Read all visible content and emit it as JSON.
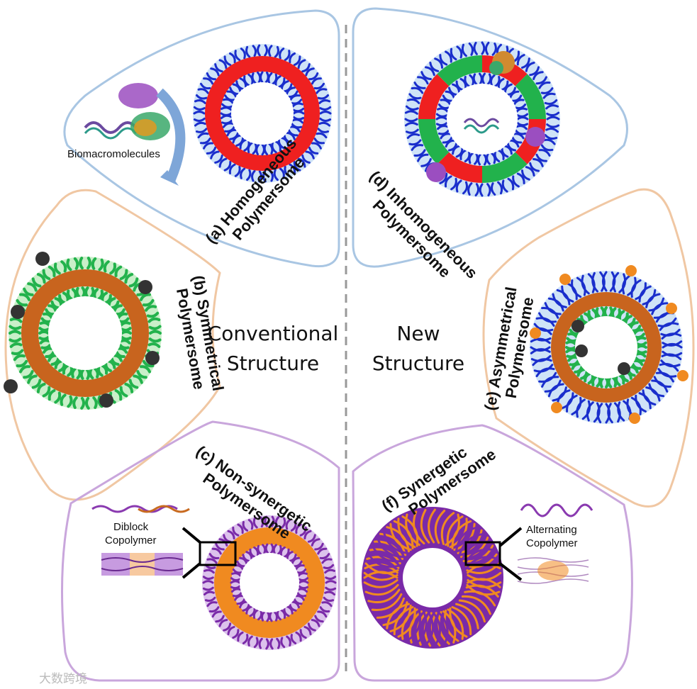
{
  "center": {
    "left_line1": "Conventional",
    "left_line2": "Structure",
    "right_line1": "New",
    "right_line2": "Structure"
  },
  "panels": {
    "a": {
      "line1": "(a) Homogeneous",
      "line2": "Polymersome",
      "side_label": "Biomacromolecules"
    },
    "b": {
      "line1": "(b) Symmetrical",
      "line2": "Polymersome"
    },
    "c": {
      "line1": "(c) Non-synergetic",
      "line2": "Polymersome",
      "side_label_1": "Diblock",
      "side_label_2": "Copolymer"
    },
    "d": {
      "line1": "(d) Inhomogeneous",
      "line2": "Polymersome"
    },
    "e": {
      "line1": "(e) Asymmetrical",
      "line2": "Polymersome"
    },
    "f": {
      "line1": "(f) Synergetic",
      "line2": "Polymersome",
      "side_label_1": "Alternating",
      "side_label_2": "Copolymer"
    }
  },
  "watermark": "大数跨境",
  "colors": {
    "blue": "#1a2ecc",
    "red": "#ef2020",
    "green": "#22b24c",
    "orange_brown": "#c8641e",
    "orange": "#f08a20",
    "purple": "#7a2aa8",
    "panel_blue_border": "#a9c6e3",
    "panel_orange_border": "#f0c7a3",
    "panel_purple_border": "#c9a6dc",
    "halo_blue": "#cfe3f7",
    "halo_green": "#c9efc9",
    "halo_purple": "#dcc2ec"
  }
}
